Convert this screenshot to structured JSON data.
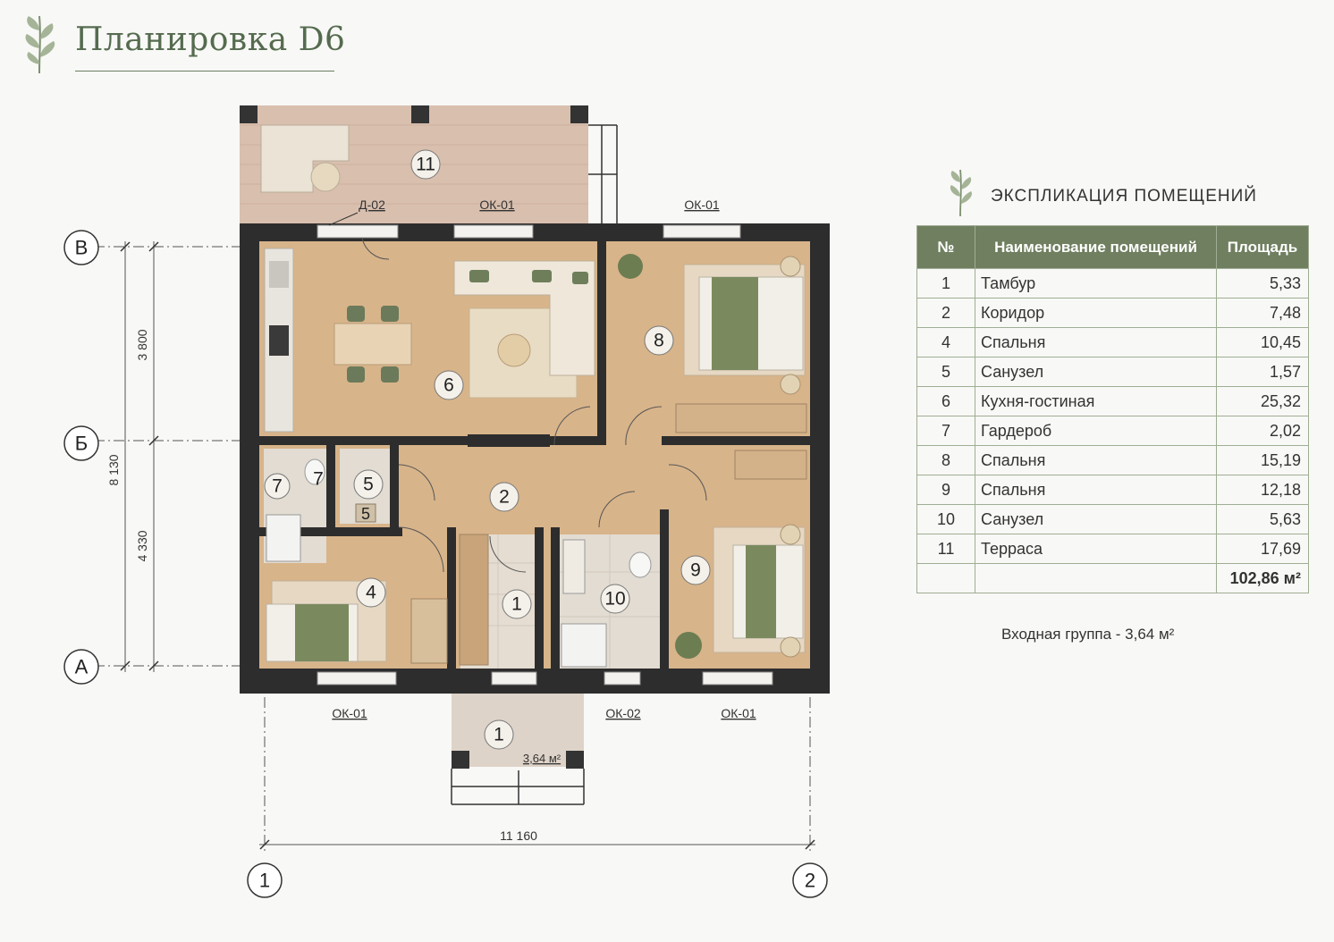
{
  "title": "Планировка D6",
  "explication": {
    "title": "ЭКСПЛИКАЦИЯ ПОМЕЩЕНИЙ",
    "headers": {
      "num": "№",
      "name": "Наименование помещений",
      "area": "Площадь"
    },
    "rows": [
      {
        "num": "1",
        "name": "Тамбур",
        "area": "5,33"
      },
      {
        "num": "2",
        "name": "Коридор",
        "area": "7,48"
      },
      {
        "num": "4",
        "name": "Спальня",
        "area": "10,45"
      },
      {
        "num": "5",
        "name": "Санузел",
        "area": "1,57"
      },
      {
        "num": "6",
        "name": "Кухня-гостиная",
        "area": "25,32"
      },
      {
        "num": "7",
        "name": "Гардероб",
        "area": "2,02"
      },
      {
        "num": "8",
        "name": "Спальня",
        "area": "15,19"
      },
      {
        "num": "9",
        "name": "Спальня",
        "area": "12,18"
      },
      {
        "num": "10",
        "name": "Санузел",
        "area": "5,63"
      },
      {
        "num": "11",
        "name": "Терраса",
        "area": "17,69"
      }
    ],
    "total": "102,86 м²",
    "entry_group": "Входная группа - 3,64 м²"
  },
  "plan": {
    "room_numbers": [
      "11",
      "6",
      "8",
      "2",
      "5",
      "5",
      "7",
      "7",
      "4",
      "1",
      "10",
      "9",
      "1"
    ],
    "labels": {
      "door_d02": "Д-02",
      "window_top_1": "ОК-01",
      "window_top_2": "ОК-01",
      "window_bottom_1": "ОК-01",
      "window_bottom_2": "ОК-02",
      "window_bottom_3": "ОК-01",
      "entry_area": "3,64 м²"
    },
    "axes": {
      "v": "В",
      "b": "Б",
      "a": "А",
      "one": "1",
      "two": "2"
    },
    "dimensions": {
      "top": "3 800",
      "bottom": "4 330",
      "total_vertical": "8 130",
      "total_horizontal": "11 160"
    }
  },
  "colors": {
    "accent": "#6f7f5f",
    "wall": "#2d2d2d",
    "floor": "#d8b48a",
    "tile": "#e2dcd2",
    "terrace": "#d9bfae"
  }
}
